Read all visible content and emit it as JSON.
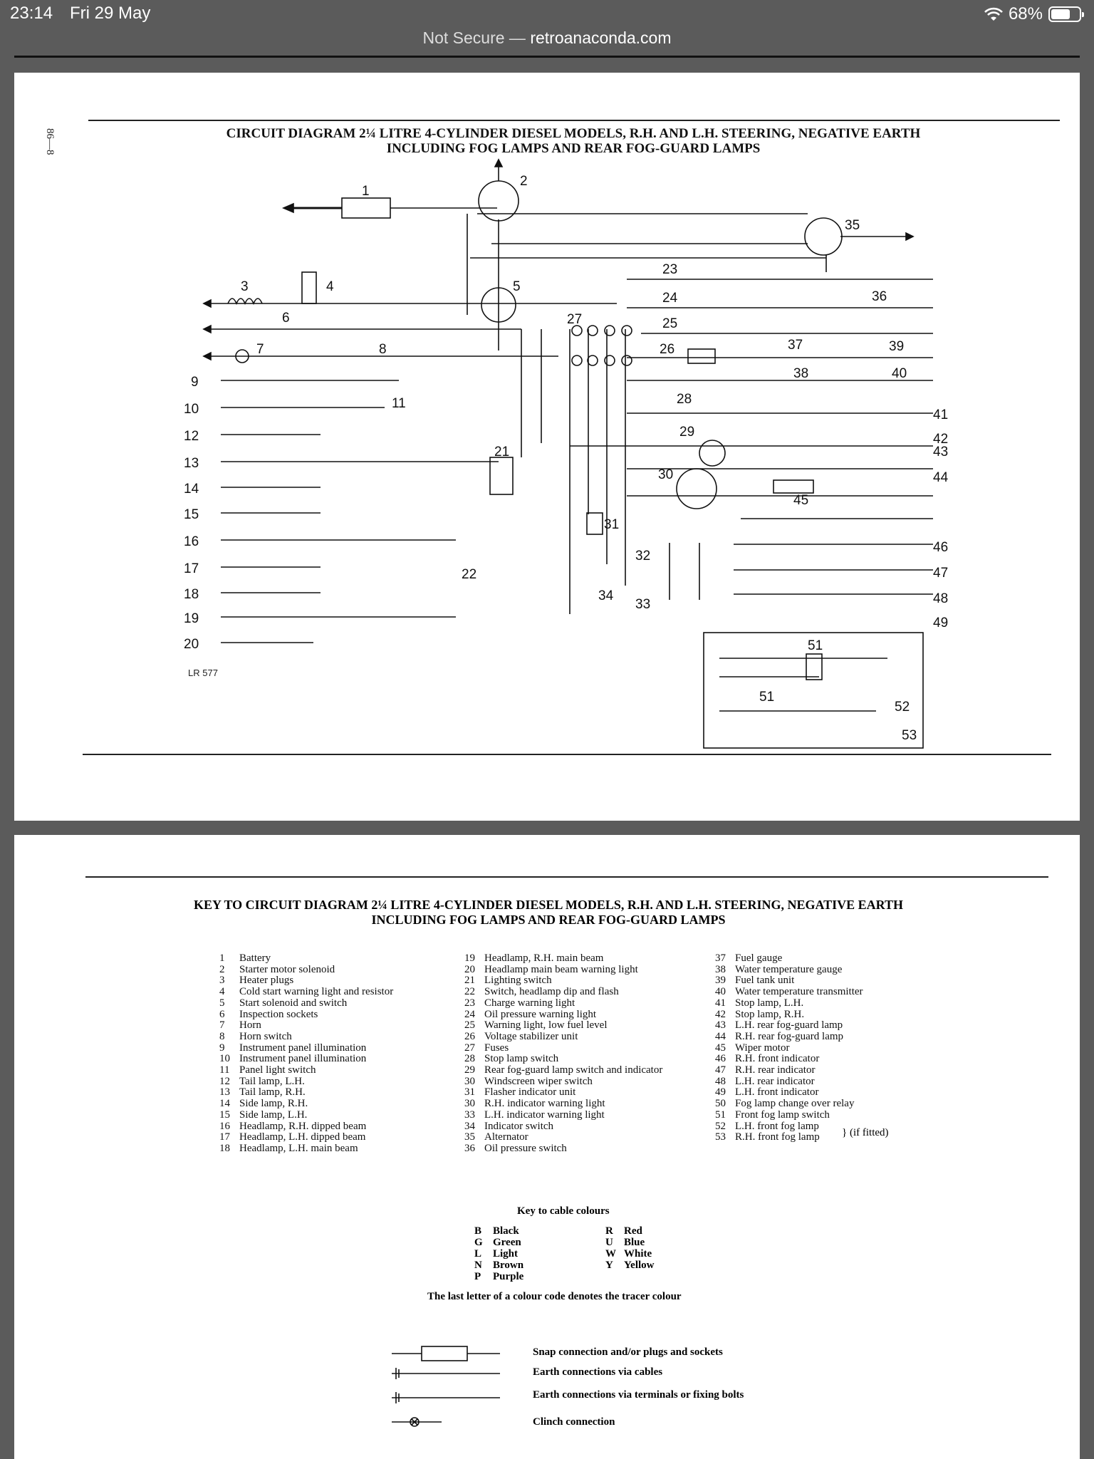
{
  "status_bar": {
    "time": "23:14",
    "date": "Fri 29 May",
    "battery": "68%",
    "battery_level": 0.68
  },
  "address_bar": {
    "security": "Not Secure —",
    "host": "retroanaconda.com"
  },
  "page1": {
    "side_number": "86—8",
    "title_line1": "CIRCUIT DIAGRAM 2¼ LITRE 4-CYLINDER DIESEL MODELS, R.H. AND L.H. STEERING, NEGATIVE EARTH",
    "title_line2": "INCLUDING FOG LAMPS AND REAR FOG-GUARD LAMPS",
    "reference": "LR 577"
  },
  "page2": {
    "title_line1": "KEY TO CIRCUIT DIAGRAM 2¼ LITRE 4-CYLINDER DIESEL MODELS, R.H. AND L.H. STEERING, NEGATIVE EARTH",
    "title_line2": "INCLUDING FOG LAMPS AND REAR FOG-GUARD LAMPS",
    "key_col1": [
      {
        "n": "1",
        "t": "Battery"
      },
      {
        "n": "2",
        "t": "Starter motor solenoid"
      },
      {
        "n": "3",
        "t": "Heater plugs"
      },
      {
        "n": "4",
        "t": "Cold start warning light and resistor"
      },
      {
        "n": "5",
        "t": "Start solenoid and switch"
      },
      {
        "n": "6",
        "t": "Inspection sockets"
      },
      {
        "n": "7",
        "t": "Horn"
      },
      {
        "n": "8",
        "t": "Horn switch"
      },
      {
        "n": "9",
        "t": "Instrument panel illumination"
      },
      {
        "n": "10",
        "t": "Instrument panel illumination"
      },
      {
        "n": "11",
        "t": "Panel light switch"
      },
      {
        "n": "12",
        "t": "Tail lamp, L.H."
      },
      {
        "n": "13",
        "t": "Tail lamp, R.H."
      },
      {
        "n": "14",
        "t": "Side lamp, R.H."
      },
      {
        "n": "15",
        "t": "Side lamp, L.H."
      },
      {
        "n": "16",
        "t": "Headlamp, R.H. dipped beam"
      },
      {
        "n": "17",
        "t": "Headlamp, L.H. dipped beam"
      },
      {
        "n": "18",
        "t": "Headlamp, L.H. main beam"
      }
    ],
    "key_col2": [
      {
        "n": "19",
        "t": "Headlamp, R.H. main beam"
      },
      {
        "n": "20",
        "t": "Headlamp main beam warning light"
      },
      {
        "n": "21",
        "t": "Lighting switch"
      },
      {
        "n": "22",
        "t": "Switch, headlamp dip and flash"
      },
      {
        "n": "23",
        "t": "Charge warning light"
      },
      {
        "n": "24",
        "t": "Oil pressure warning light"
      },
      {
        "n": "25",
        "t": "Warning light, low fuel level"
      },
      {
        "n": "26",
        "t": "Voltage stabilizer unit"
      },
      {
        "n": "27",
        "t": "Fuses"
      },
      {
        "n": "28",
        "t": "Stop lamp switch"
      },
      {
        "n": "29",
        "t": "Rear fog-guard lamp switch and indicator"
      },
      {
        "n": "30",
        "t": "Windscreen wiper switch"
      },
      {
        "n": "31",
        "t": "Flasher indicator unit"
      },
      {
        "n": "30",
        "t": "R.H. indicator warning light"
      },
      {
        "n": "33",
        "t": "L.H. indicator warning light"
      },
      {
        "n": "34",
        "t": "Indicator switch"
      },
      {
        "n": "35",
        "t": "Alternator"
      },
      {
        "n": "36",
        "t": "Oil pressure switch"
      }
    ],
    "key_col3": [
      {
        "n": "37",
        "t": "Fuel gauge"
      },
      {
        "n": "38",
        "t": "Water temperature gauge"
      },
      {
        "n": "39",
        "t": "Fuel tank unit"
      },
      {
        "n": "40",
        "t": "Water temperature transmitter"
      },
      {
        "n": "41",
        "t": "Stop lamp, L.H."
      },
      {
        "n": "42",
        "t": "Stop lamp, R.H."
      },
      {
        "n": "43",
        "t": "L.H. rear fog-guard lamp"
      },
      {
        "n": "44",
        "t": "R.H. rear fog-guard lamp"
      },
      {
        "n": "45",
        "t": "Wiper motor"
      },
      {
        "n": "46",
        "t": "R.H. front indicator"
      },
      {
        "n": "47",
        "t": "R.H. rear indicator"
      },
      {
        "n": "48",
        "t": "L.H. rear indicator"
      },
      {
        "n": "49",
        "t": "L.H. front indicator"
      },
      {
        "n": "50",
        "t": "Fog lamp change over relay"
      },
      {
        "n": "51",
        "t": "Front fog lamp switch"
      },
      {
        "n": "52",
        "t": "L.H. front fog lamp"
      },
      {
        "n": "53",
        "t": "R.H. front fog lamp"
      }
    ],
    "if_fitted": "} (if fitted)",
    "cable_title": "Key to cable colours",
    "cable_left": [
      {
        "c": "B",
        "t": "Black"
      },
      {
        "c": "G",
        "t": "Green"
      },
      {
        "c": "L",
        "t": "Light"
      },
      {
        "c": "N",
        "t": "Brown"
      },
      {
        "c": "P",
        "t": "Purple"
      }
    ],
    "cable_right": [
      {
        "c": "R",
        "t": "Red"
      },
      {
        "c": "U",
        "t": "Blue"
      },
      {
        "c": "W",
        "t": "White"
      },
      {
        "c": "Y",
        "t": "Yellow"
      }
    ],
    "tracer_note": "The last letter of a colour code denotes the tracer colour",
    "legend": [
      "Snap connection and/or plugs and sockets",
      "Earth connections via cables",
      "Earth connections via terminals or fixing bolts",
      "Clinch connection"
    ]
  }
}
